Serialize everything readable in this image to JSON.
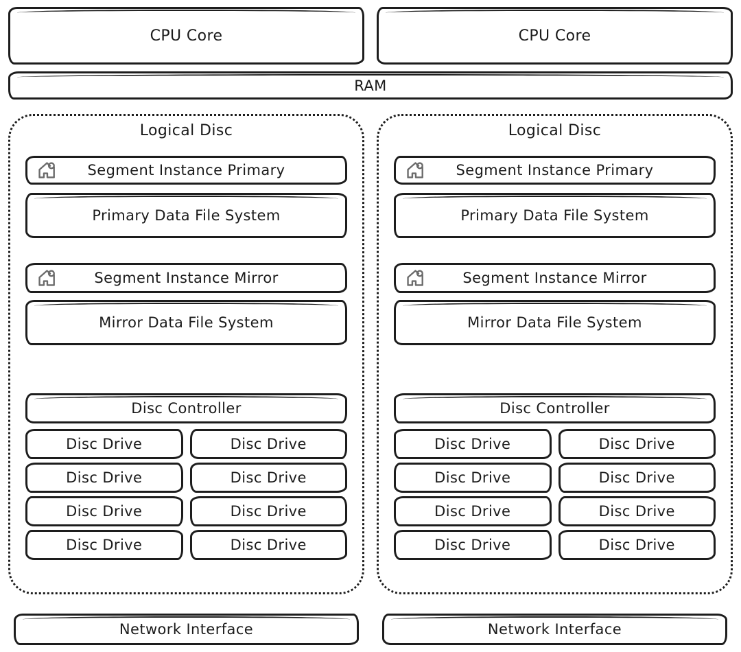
{
  "cpu_cores": [
    {
      "label": "CPU Core"
    },
    {
      "label": "CPU Core"
    }
  ],
  "ram": {
    "label": "RAM"
  },
  "logical_discs": [
    {
      "title": "Logical Disc",
      "segment_primary": "Segment Instance Primary",
      "primary_fs": "Primary Data File System",
      "segment_mirror": "Segment Instance Mirror",
      "mirror_fs": "Mirror Data File System",
      "disc_controller": "Disc Controller",
      "disc_drives": [
        "Disc Drive",
        "Disc Drive",
        "Disc Drive",
        "Disc Drive",
        "Disc Drive",
        "Disc Drive",
        "Disc Drive",
        "Disc Drive"
      ]
    },
    {
      "title": "Logical Disc",
      "segment_primary": "Segment Instance Primary",
      "primary_fs": "Primary Data File System",
      "segment_mirror": "Segment Instance Mirror",
      "mirror_fs": "Mirror Data File System",
      "disc_controller": "Disc Controller",
      "disc_drives": [
        "Disc Drive",
        "Disc Drive",
        "Disc Drive",
        "Disc Drive",
        "Disc Drive",
        "Disc Drive",
        "Disc Drive",
        "Disc Drive"
      ]
    }
  ],
  "network_interfaces": [
    {
      "label": "Network Interface"
    },
    {
      "label": "Network Interface"
    }
  ],
  "icons": {
    "segment_instance": "elephant-house-icon"
  },
  "colors": {
    "stroke": "#1d1d1d",
    "icon_gray": "#6b6b6b",
    "background": "#ffffff"
  }
}
